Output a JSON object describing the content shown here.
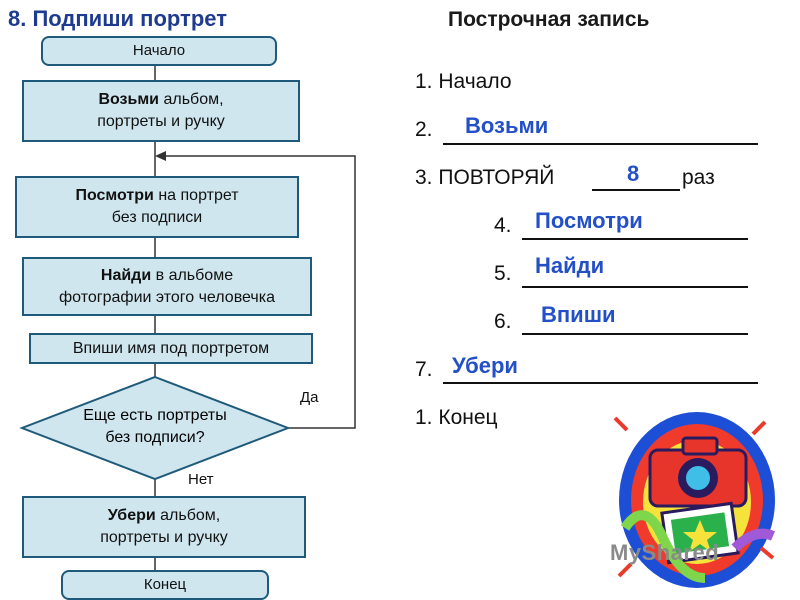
{
  "left": {
    "title": "8. Подпиши портрет",
    "flow": {
      "start": "Начало",
      "step1": {
        "bold": "Возьми",
        "rest1": " альбом,",
        "line2": "портреты и ручку"
      },
      "step2": {
        "bold": "Посмотри",
        "rest1": " на портрет",
        "line2": "без подписи"
      },
      "step3": {
        "bold": "Найди",
        "rest1": " в альбоме",
        "line2": "фотографии этого человечка"
      },
      "step4": "Впиши имя под портретом",
      "decision": {
        "line1": "Еще есть портреты",
        "line2": "без подписи?"
      },
      "yes": "Да",
      "no": "Нет",
      "step5": {
        "bold": "Убери",
        "rest1": " альбом,",
        "line2": "портреты и ручку"
      },
      "end": "Конец"
    }
  },
  "right": {
    "title": "Построчная запись",
    "lines": [
      {
        "num": "1. Начало"
      },
      {
        "num": "2.",
        "answer": "Возьми"
      },
      {
        "prefix": "3. ПОВТОРЯЙ",
        "answer": "8",
        "suffix": "раз"
      },
      {
        "num": "4.",
        "answer": "Посмотри"
      },
      {
        "num": "5.",
        "answer": "Найди"
      },
      {
        "num": "6.",
        "answer": "Впиши"
      },
      {
        "num": "7.",
        "answer": "Убери"
      },
      {
        "num": "1. Конец"
      }
    ]
  },
  "colors": {
    "box_fill": "#cfe6ef",
    "box_border": "#1f5a7a",
    "answer": "#2350c6",
    "title": "#1f3b8f"
  },
  "watermark": "MyShared",
  "image": {
    "icon": "camera-clipart-icon"
  }
}
